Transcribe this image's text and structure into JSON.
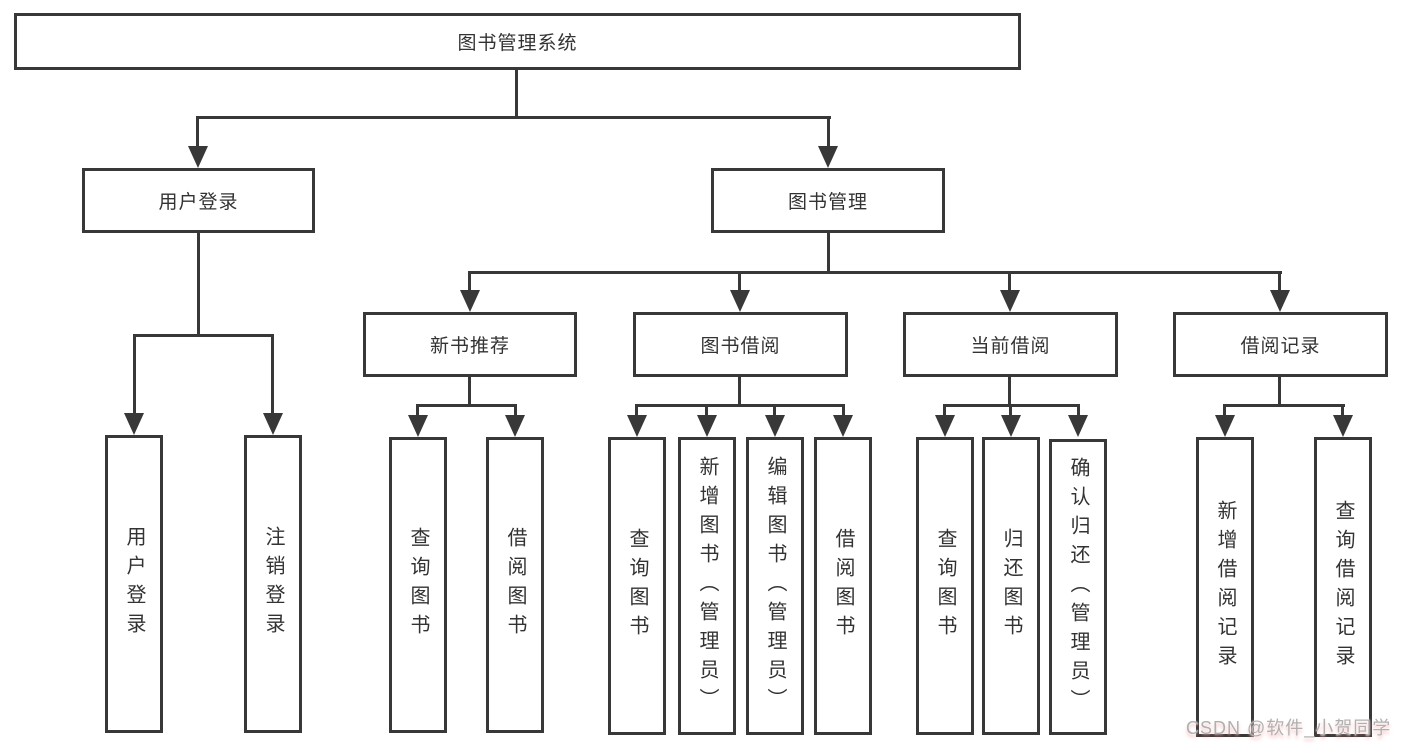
{
  "diagram": {
    "root": "图书管理系统",
    "level2": [
      "用户登录",
      "图书管理"
    ],
    "level3": [
      "新书推荐",
      "图书借阅",
      "当前借阅",
      "借阅记录"
    ],
    "leaves": {
      "user_login": [
        "用户登录",
        "注销登录"
      ],
      "new_book": [
        "查询图书",
        "借阅图书"
      ],
      "book_borrow": [
        "查询图书",
        "新增图书（管理员）",
        "编辑图书（管理员）",
        "借阅图书"
      ],
      "current_borrow": [
        "查询图书",
        "归还图书",
        "确认归还（管理员）"
      ],
      "borrow_record": [
        "新增借阅记录",
        "查询借阅记录"
      ]
    },
    "watermark": "CSDN @软件_小贺同学",
    "colors": {
      "line": "#383838",
      "box_border": "#383838",
      "text": "#333333",
      "background": "#ffffff",
      "watermark_gray": "#b0b0b0",
      "watermark_pink": "#f07d7d"
    }
  }
}
